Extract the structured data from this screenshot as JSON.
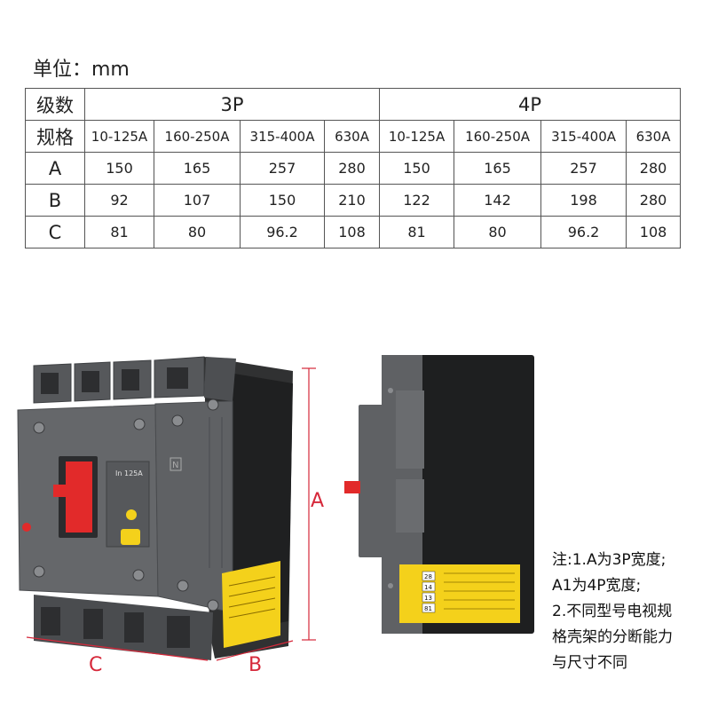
{
  "unit_label": "单位：mm",
  "table": {
    "corner_top": "级数",
    "corner_spec": "规格",
    "groups": [
      "3P",
      "4P"
    ],
    "specs": [
      "10-125A",
      "160-250A",
      "315-400A",
      "630A",
      "10-125A",
      "160-250A",
      "315-400A",
      "630A"
    ],
    "rows": [
      {
        "label": "A",
        "values": [
          "150",
          "165",
          "257",
          "280",
          "150",
          "165",
          "257",
          "280"
        ]
      },
      {
        "label": "B",
        "values": [
          "92",
          "107",
          "150",
          "210",
          "122",
          "142",
          "198",
          "280"
        ]
      },
      {
        "label": "C",
        "values": [
          "81",
          "80",
          "96.2",
          "108",
          "81",
          "80",
          "96.2",
          "108"
        ]
      }
    ]
  },
  "dimensions": {
    "a": "A",
    "b": "B",
    "c": "C"
  },
  "note_lines": [
    "注:1.A为3P宽度;",
    "A1为4P宽度;",
    "2.不同型号电视规",
    "格壳架的分断能力",
    "与尺寸不同"
  ],
  "product": {
    "label_top": "In 125A",
    "warning_nums": [
      "28",
      "14",
      "13",
      "81"
    ]
  },
  "colors": {
    "dimension": "#d6283a",
    "body": "#5f6164",
    "handle": "#e22a2a",
    "label": "#f4d11b"
  }
}
